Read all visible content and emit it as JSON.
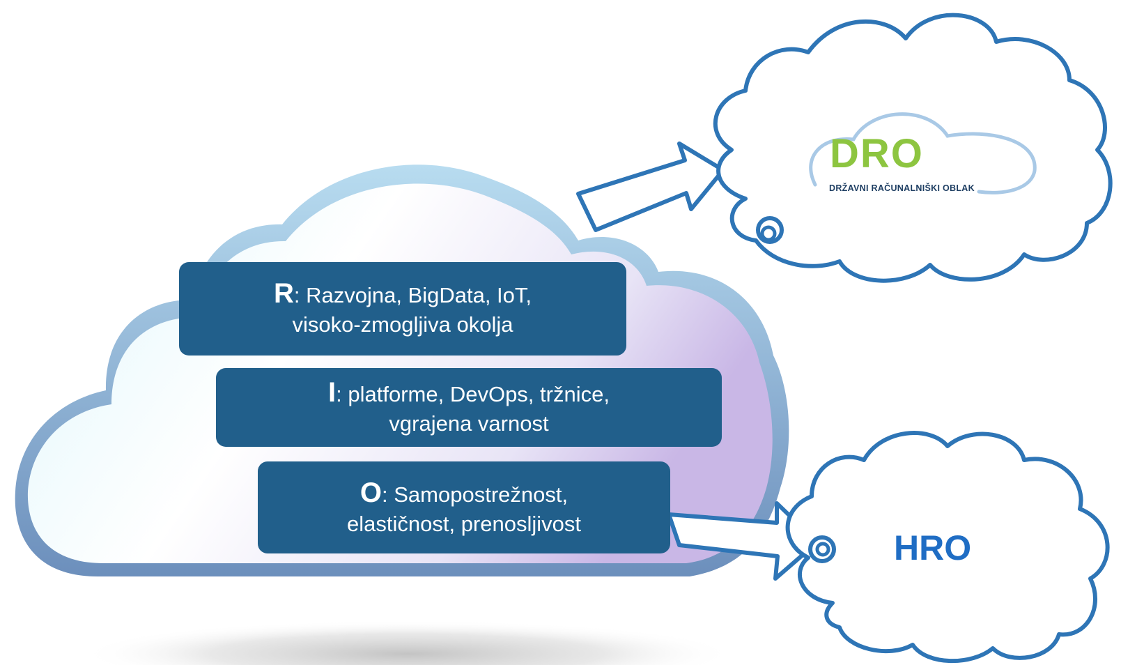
{
  "main_cloud": {
    "layers": [
      {
        "letter": "R",
        "line1": ": Razvojna, BigData, IoT,",
        "line2": "visoko-zmogljiva okolja"
      },
      {
        "letter": "I",
        "line1": ": platforme, DevOps, tržnice,",
        "line2": "vgrajena varnost"
      },
      {
        "letter": "O",
        "line1": ": Samopostrežnost,",
        "line2": "elastičnost, prenosljivost"
      }
    ]
  },
  "dro_cloud": {
    "logo_text": "DRO",
    "logo_subtitle": "DRŽAVNI RAČUNALNIŠKI OBLAK"
  },
  "hro_cloud": {
    "label": "HRO"
  },
  "colors": {
    "box_fill": "#215f8b",
    "outline_blue": "#2e75b6",
    "dro_green": "#8dc540",
    "dro_navy": "#1f3f63",
    "hro_blue": "#1f6dc4"
  }
}
